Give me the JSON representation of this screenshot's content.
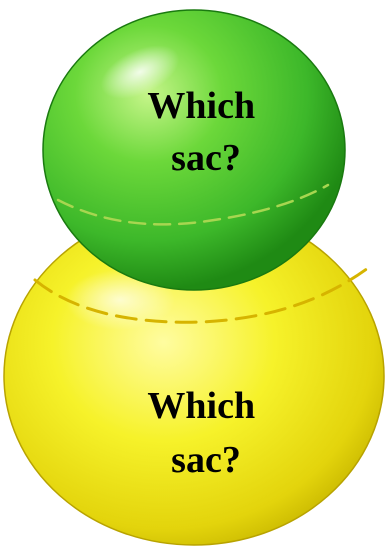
{
  "diagram": {
    "upper_sac": {
      "label_line1": "Which",
      "label_line2": "sac?",
      "color": "#3fbf28"
    },
    "lower_sac": {
      "label_line1": "Which",
      "label_line2": "sac?",
      "color": "#f2ee1e"
    },
    "colors": {
      "green_dark": "#1f8a14",
      "green_light": "#a6ef6a",
      "yellow_dark": "#c9b800",
      "yellow_light": "#fffca0",
      "seam_green": "#a7d650",
      "seam_yellow": "#d6b400"
    }
  }
}
